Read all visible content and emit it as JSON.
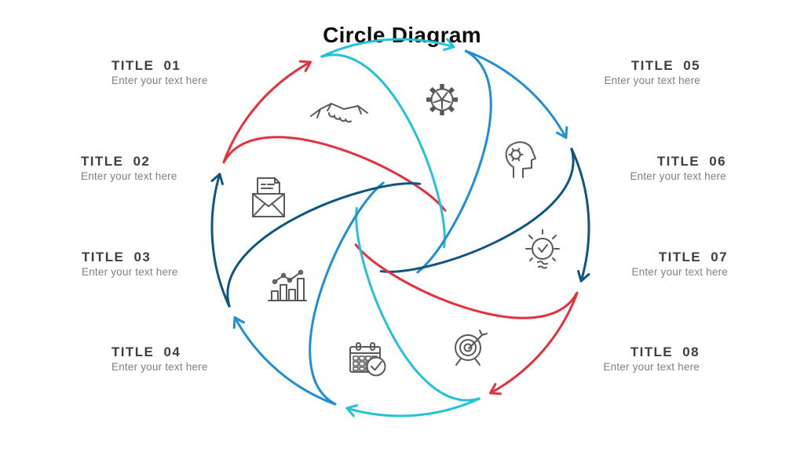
{
  "page": {
    "title": "Circle Diagram"
  },
  "items": [
    {
      "id": "01",
      "title": "TITLE  01",
      "subtitle": "Enter your text here",
      "side": "left"
    },
    {
      "id": "02",
      "title": "TITLE  02",
      "subtitle": "Enter your text here",
      "side": "left"
    },
    {
      "id": "03",
      "title": "TITLE  03",
      "subtitle": "Enter your text here",
      "side": "left"
    },
    {
      "id": "04",
      "title": "TITLE  04",
      "subtitle": "Enter your text here",
      "side": "left"
    },
    {
      "id": "05",
      "title": "TITLE  05",
      "subtitle": "Enter your text here",
      "side": "right"
    },
    {
      "id": "06",
      "title": "TITLE  06",
      "subtitle": "Enter your text here",
      "side": "right"
    },
    {
      "id": "07",
      "title": "TITLE  07",
      "subtitle": "Enter your text here",
      "side": "right"
    },
    {
      "id": "08",
      "title": "TITLE  08",
      "subtitle": "Enter your text here",
      "side": "right"
    }
  ],
  "diagram": {
    "colors": {
      "red": "#e5313d",
      "cyan": "#22c3da",
      "blue": "#1f8fd5",
      "navy": "#0e567f"
    },
    "blade_colors": [
      "red",
      "cyan",
      "blue",
      "navy",
      "red",
      "cyan",
      "blue",
      "navy"
    ],
    "icon_color": "#595959",
    "icons": [
      "handshake-icon",
      "gear-icon",
      "head-gear-icon",
      "idea-bulb-icon",
      "target-icon",
      "calendar-check-icon",
      "bar-chart-icon",
      "mail-icon"
    ]
  },
  "text_colors": {
    "title": "#3f3f3f",
    "subtitle": "#7f7f7f",
    "heading": "#0d0d0d"
  }
}
